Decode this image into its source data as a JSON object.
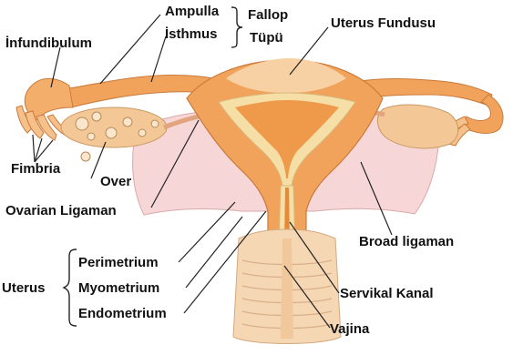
{
  "labels": {
    "ampulla": "Ampulla",
    "isthmus": "İsthmus",
    "fallop_line1": "Fallop",
    "fallop_line2": "Tüpü",
    "infundibulum": "İnfundibulum",
    "uterus_fundusu": "Uterus Fundusu",
    "fimbria": "Fimbria",
    "over": "Over",
    "ovarian_ligaman": "Ovarian Ligaman",
    "broad_ligaman": "Broad ligaman",
    "perimetrium": "Perimetrium",
    "uterus": "Uterus",
    "myometrium": "Myometrium",
    "endometrium": "Endometrium",
    "servikal_kanal": "Servikal Kanal",
    "vajina": "Vajina"
  },
  "colors": {
    "tissue_orange": "#F2A35B",
    "tissue_light": "#F8CFA2",
    "ligament_pink": "#F6D6D6",
    "endometrium_cream": "#F5DFA6",
    "vagina_peach": "#F6D7B4",
    "ovary_tan": "#F3C796",
    "leader_line": "#222222"
  }
}
